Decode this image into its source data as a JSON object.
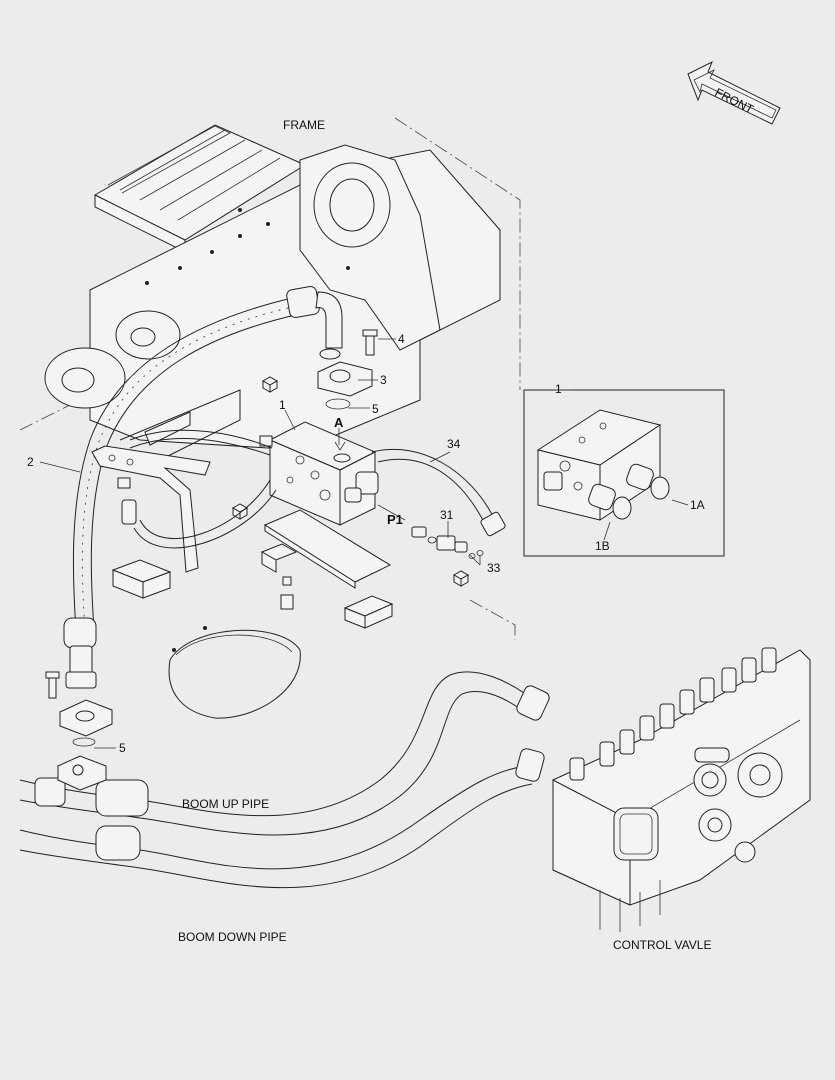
{
  "labels": {
    "front": "FRONT",
    "frame": "FRAME",
    "boom_up_pipe": "BOOM UP PIPE",
    "boom_down_pipe": "BOOM DOWN PIPE",
    "control_valve": "CONTROL VAVLE"
  },
  "callouts": {
    "c1": "1",
    "c1_inset": "1",
    "c1a": "1A",
    "c1b": "1B",
    "c2": "2",
    "c3": "3",
    "c4": "4",
    "c5_top": "5",
    "c5_bottom": "5",
    "c31": "31",
    "c33": "33",
    "c34": "34",
    "port_a": "A",
    "port_p1": "P1"
  }
}
